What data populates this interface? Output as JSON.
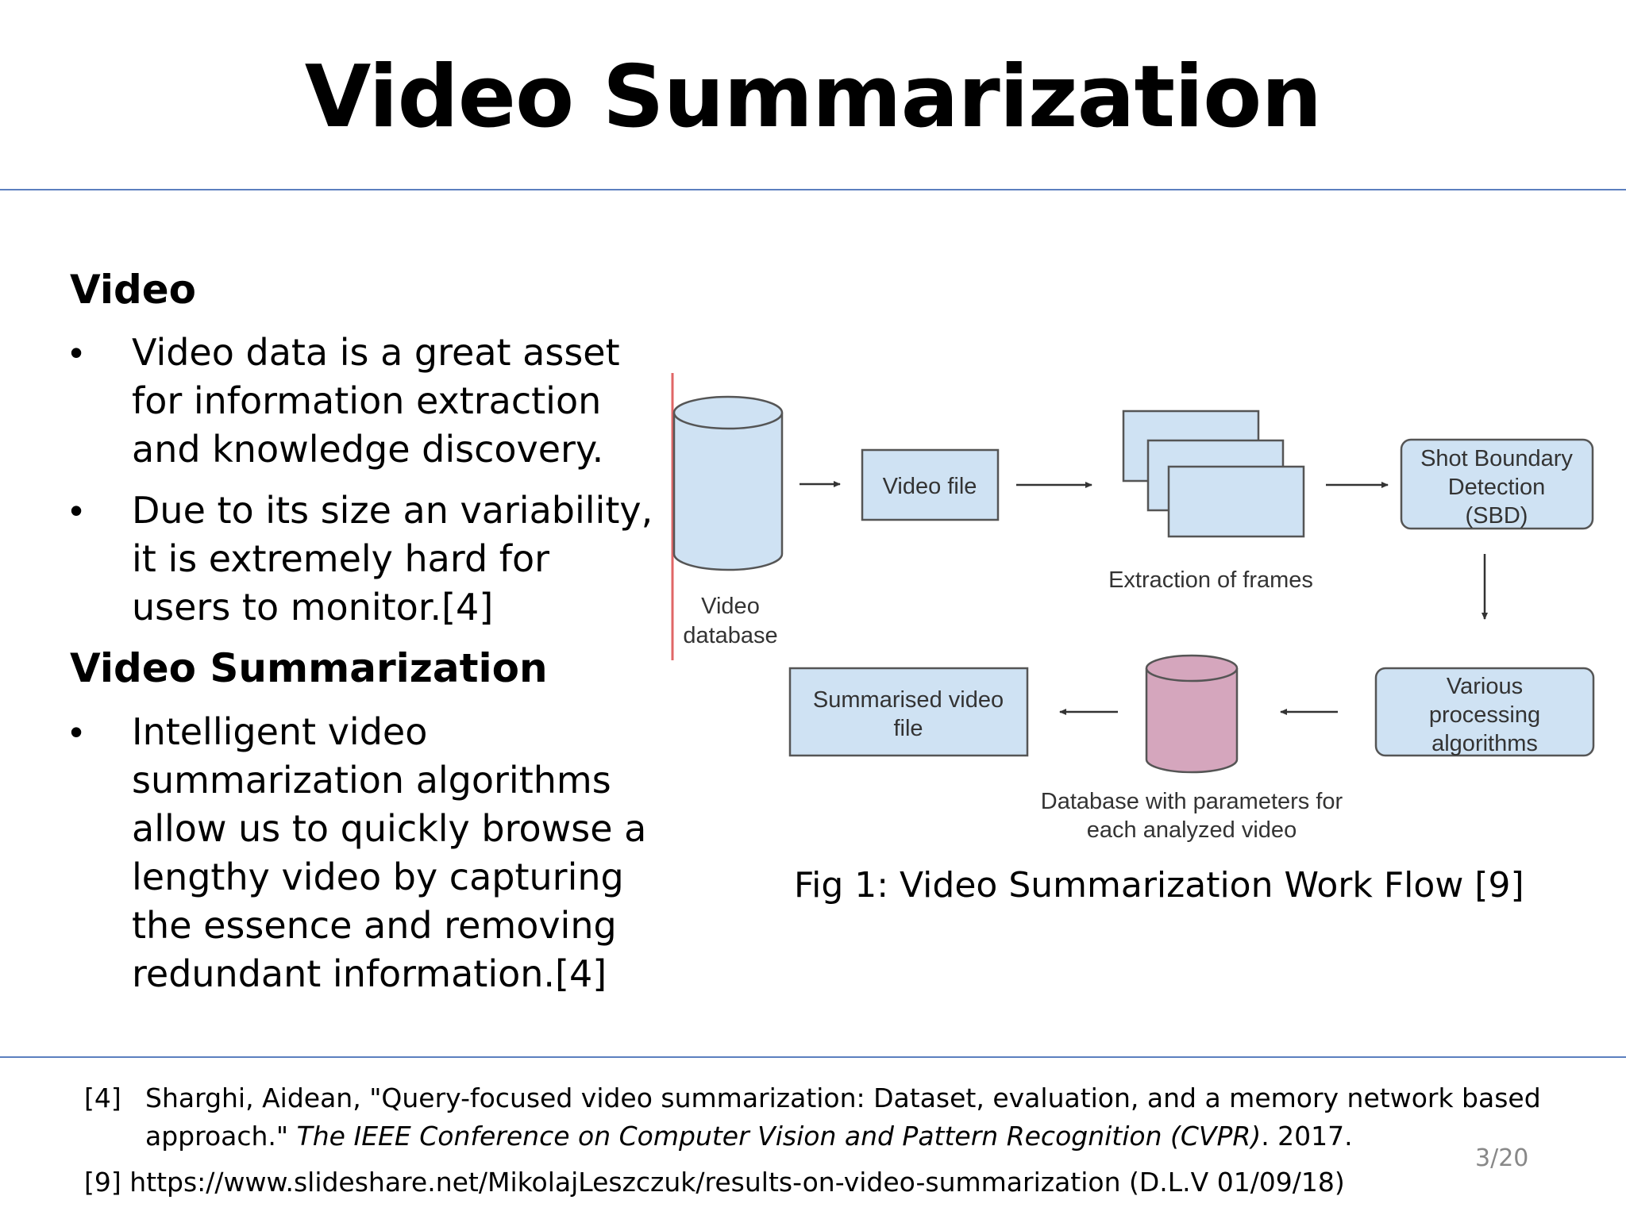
{
  "slide": {
    "title": "Video Summarization",
    "page_number": "3/20",
    "accent_color": "#5b7fbf"
  },
  "sections": [
    {
      "heading": "Video",
      "bullets": [
        [
          "Video data is a great asset",
          "for information extraction",
          "and knowledge discovery."
        ],
        [
          "Due to its size an variability,",
          "it is extremely hard for",
          "users to monitor.[4]"
        ]
      ]
    },
    {
      "heading": "Video Summarization",
      "bullets": [
        [
          "Intelligent video",
          "summarization algorithms",
          "allow us to quickly browse a",
          "lengthy video by capturing",
          "the essence and removing",
          "redundant information.[4]"
        ]
      ]
    }
  ],
  "bullet_glyph": "•",
  "figure": {
    "caption": "Fig 1: Video Summarization Work Flow [9]",
    "nodes": {
      "video_database": [
        "Video",
        "database"
      ],
      "video_file": "Video file",
      "extraction_frames": "Extraction of frames",
      "sbd": [
        "Shot Boundary",
        "Detection",
        "(SBD)"
      ],
      "processing": [
        "Various",
        "processing",
        "algorithms"
      ],
      "param_db": [
        "Database with parameters for",
        "each analyzed video"
      ],
      "summarised": [
        "Summarised video",
        "file"
      ]
    },
    "colors": {
      "box_fill": "#cfe2f3",
      "db_fill": "#d5a6bd",
      "stroke": "#555555",
      "marker": "#e06666"
    }
  },
  "references": {
    "ref4": {
      "label": "[4]",
      "line1": "Sharghi, Aidean, \"Query-focused video summarization: Dataset, evaluation, and a memory network based",
      "line2_plain": "approach.\" ",
      "line2_italic": "The IEEE Conference on Computer Vision and Pattern Recognition (CVPR)",
      "line2_end": ". 2017."
    },
    "ref9": "[9] https://www.slideshare.net/MikolajLeszczuk/results-on-video-summarization (D.L.V  01/09/18)"
  }
}
